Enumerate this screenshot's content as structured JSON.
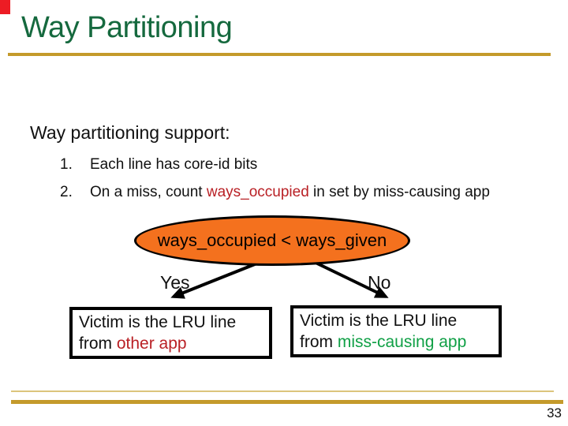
{
  "slide": {
    "title": "Way Partitioning",
    "page_number": "33"
  },
  "body": {
    "intro": "Way partitioning support:",
    "item1_number": "1.",
    "item1_text": "Each line has core-id bits",
    "item2_number": "2.",
    "item2_pre": "On a miss, count ",
    "item2_highlight": "ways_occupied",
    "item2_post": " in set by miss-causing app"
  },
  "diagram": {
    "condition_label": "ways_occupied < ways_given",
    "yes_label": "Yes",
    "no_label": "No",
    "left_box": {
      "line1": "Victim is the LRU line",
      "line2_prefix": "from ",
      "line2_highlight": "other app"
    },
    "right_box": {
      "line1": "Victim is the LRU line",
      "line2_prefix": "from ",
      "line2_highlight": "miss-causing app"
    }
  },
  "colors": {
    "title_green": "#15693E",
    "gold_rule": "#C49A2B",
    "ellipse_orange": "#F4711E",
    "highlight_red": "#B92025",
    "highlight_green": "#10A046",
    "corner_red": "#ED1C24"
  }
}
